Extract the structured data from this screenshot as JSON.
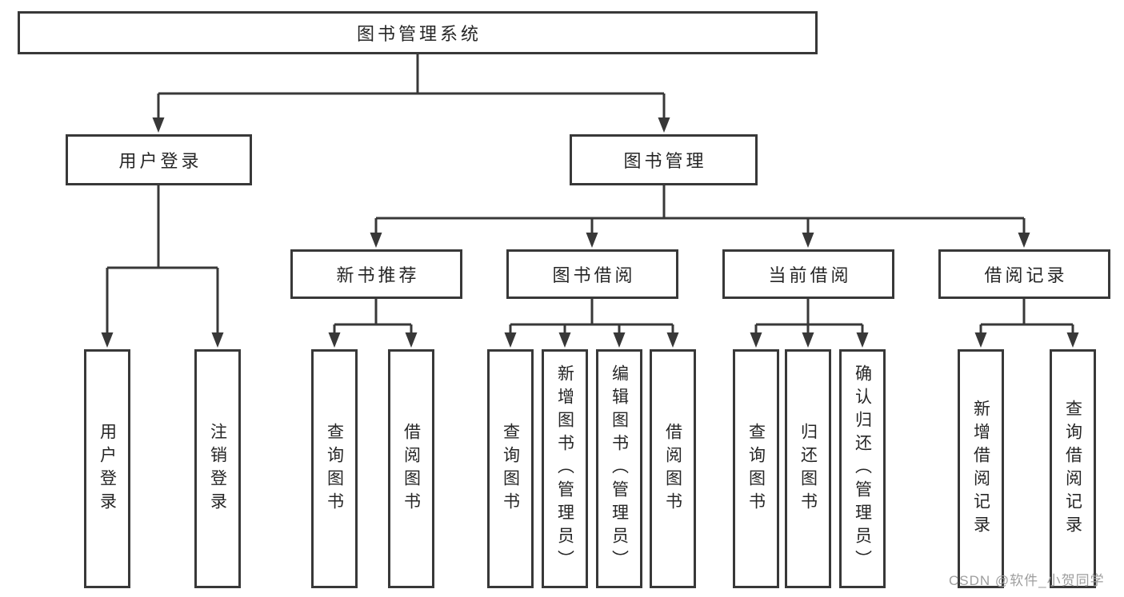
{
  "diagram": {
    "title_node": "图书管理系统",
    "level2": {
      "user_login": "用户登录",
      "book_management": "图书管理"
    },
    "level3": {
      "new_book_recommend": "新书推荐",
      "book_borrowing": "图书借阅",
      "current_borrowing": "当前借阅",
      "borrowing_records": "借阅记录"
    },
    "leaves": {
      "user_login_group": [
        "用户登录",
        "注销登录"
      ],
      "new_book_group": [
        "查询图书",
        "借阅图书"
      ],
      "book_borrowing_group": [
        "查询图书",
        "新增图书（管理员）",
        "编辑图书（管理员）",
        "借阅图书"
      ],
      "current_borrowing_group": [
        "查询图书",
        "归还图书",
        "确认归还（管理员）"
      ],
      "borrowing_records_group": [
        "新增借阅记录",
        "查询借阅记录"
      ]
    }
  },
  "watermark": "CSDN @软件_小贺同学",
  "colors": {
    "line": "#383838",
    "box_border": "#383838",
    "text": "#262626",
    "watermark": "#9e9e9e",
    "background": "#ffffff"
  }
}
